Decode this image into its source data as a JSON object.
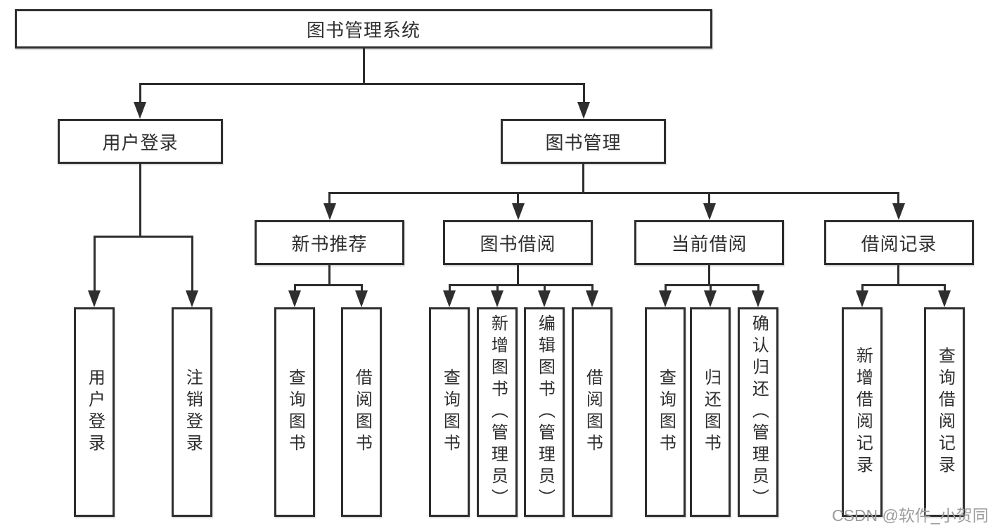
{
  "diagram": {
    "root": {
      "label": "图书管理系统"
    },
    "level2": [
      {
        "label": "用户登录"
      },
      {
        "label": "图书管理"
      }
    ],
    "level3": [
      {
        "label": "新书推荐"
      },
      {
        "label": "图书借阅"
      },
      {
        "label": "当前借阅"
      },
      {
        "label": "借阅记录"
      }
    ],
    "leaves": {
      "user_login": [
        {
          "label": "用户登录"
        },
        {
          "label": "注销登录"
        }
      ],
      "new_book": [
        {
          "label": "查询图书"
        },
        {
          "label": "借阅图书"
        }
      ],
      "book_borrow": [
        {
          "label": "查询图书"
        },
        {
          "label": "新增图书（管理员）"
        },
        {
          "label": "编辑图书（管理员）"
        },
        {
          "label": "借阅图书"
        }
      ],
      "current_borrow": [
        {
          "label": "查询图书"
        },
        {
          "label": "归还图书"
        },
        {
          "label": "确认归还（管理员）"
        }
      ],
      "borrow_record": [
        {
          "label": "新增借阅记录"
        },
        {
          "label": "查询借阅记录"
        }
      ]
    },
    "colors": {
      "line": "#2e2e2e",
      "box_background": "#ffffff",
      "text": "#2e2e2e",
      "watermark": "#9b9b9b"
    }
  },
  "watermark": {
    "text": "CSDN @软件_小贺同学"
  }
}
